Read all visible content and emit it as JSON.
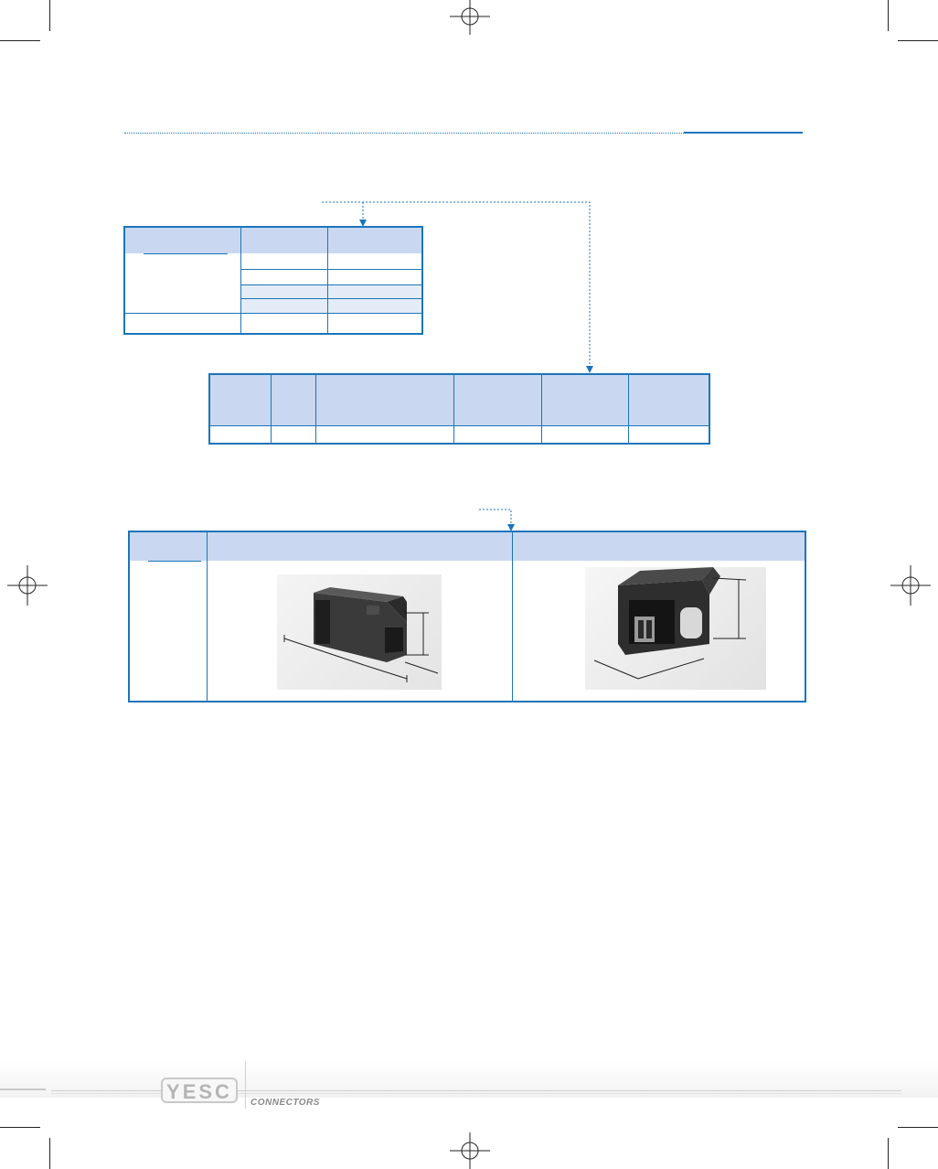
{
  "brand": {
    "logo_text": "YESC",
    "tagline": "CONNECTORS"
  },
  "colors": {
    "accent": "#1b75bb",
    "header_fill": "#c9d8f0",
    "row_fill": "#e4ecf8"
  },
  "images": {
    "left_product": "connector-plug-photo",
    "right_product": "connector-housing-photo"
  }
}
